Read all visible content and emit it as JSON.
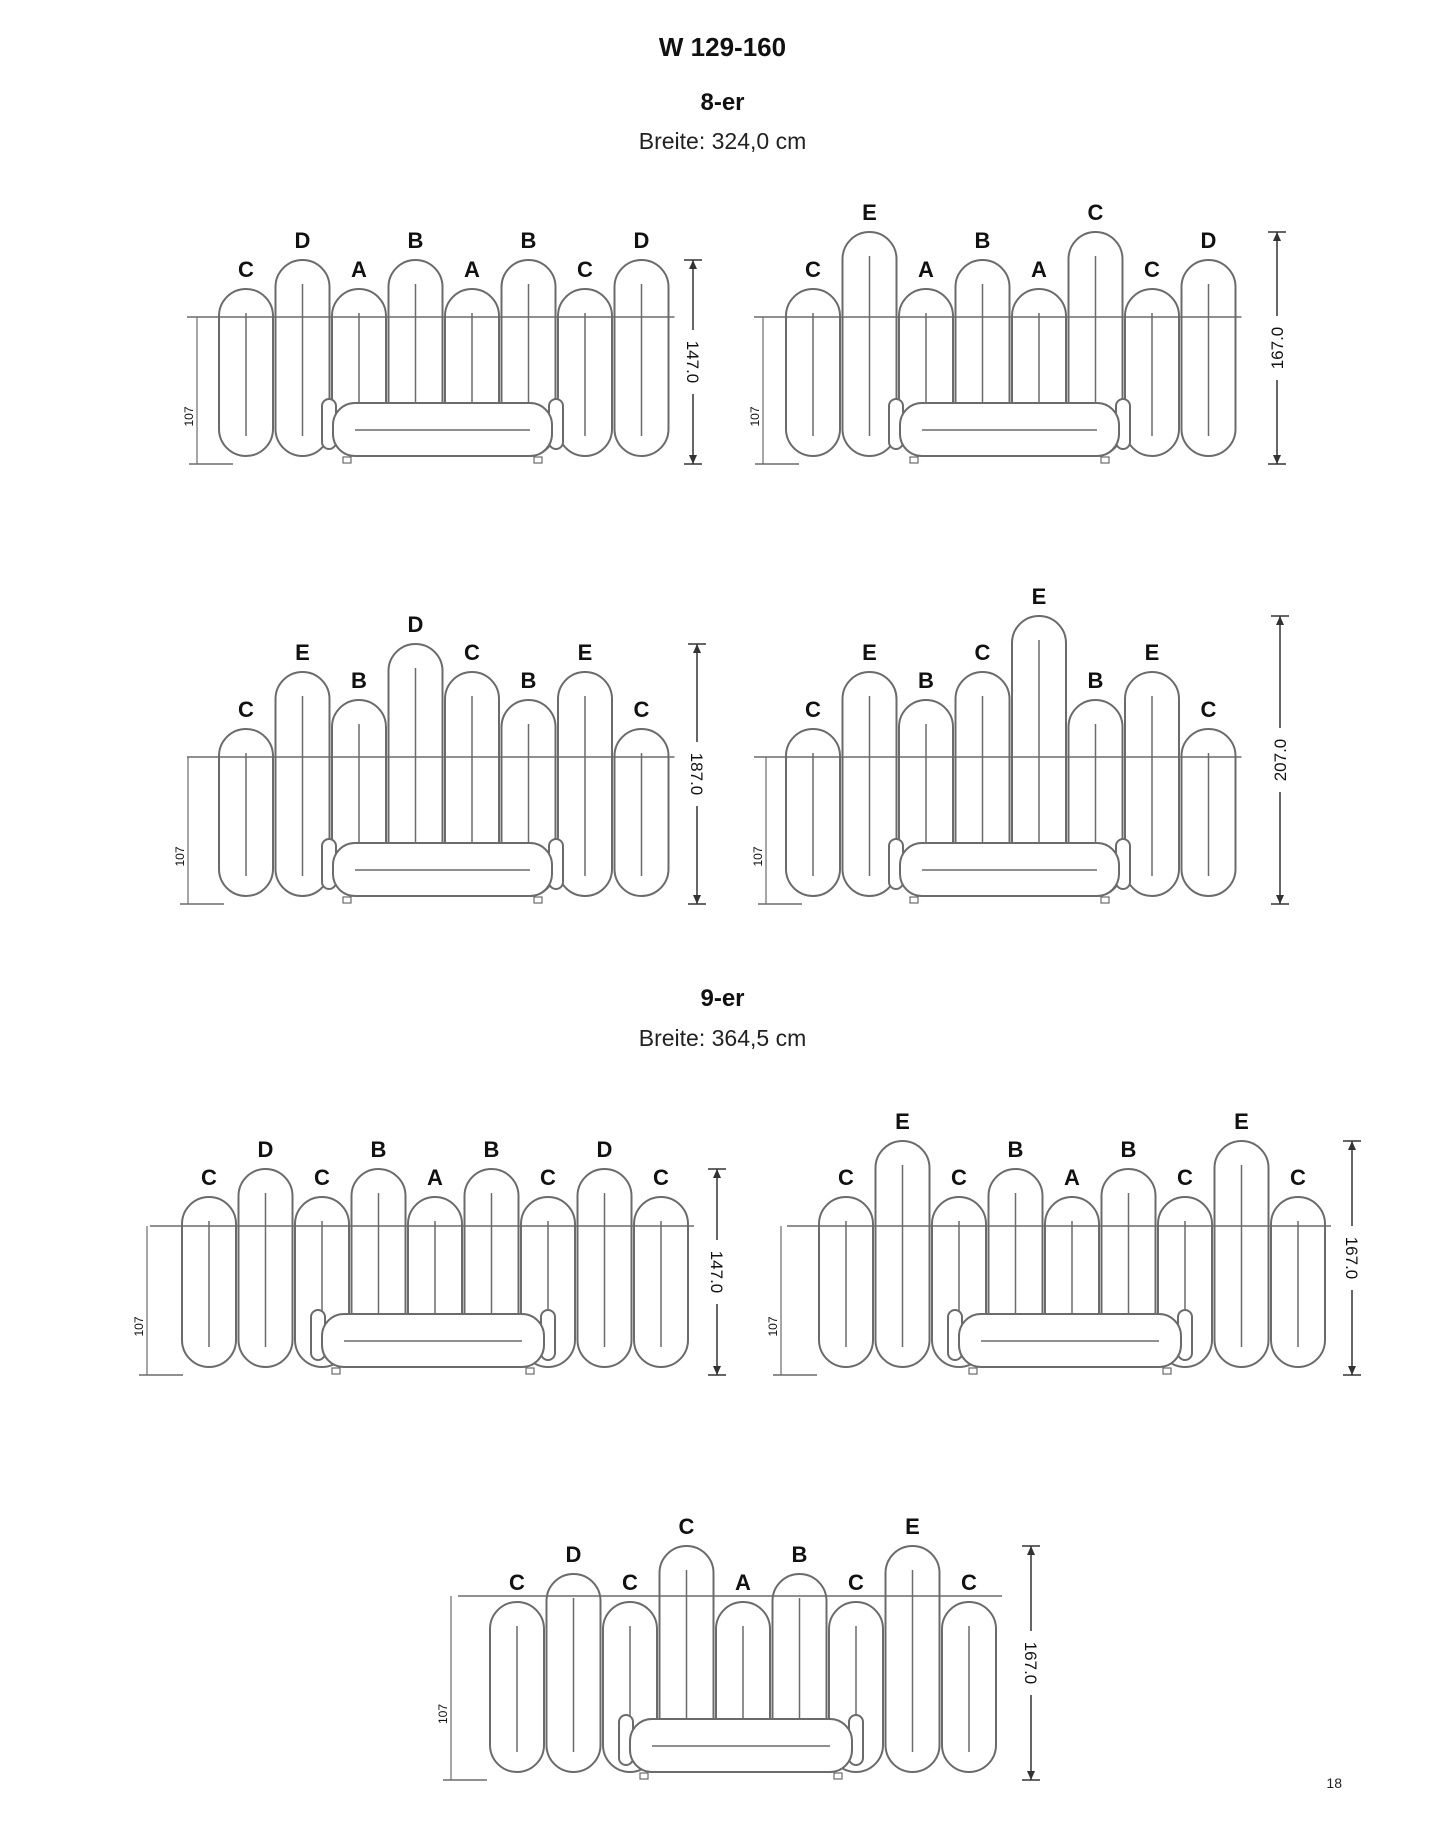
{
  "title": "W 129-160",
  "page_number": "18",
  "sections": [
    {
      "title": "8-er",
      "subtitle": "Breite: 324,0 cm",
      "configs": [
        {
          "labels": [
            "C",
            "D",
            "A",
            "B",
            "A",
            "B",
            "C",
            "D"
          ],
          "heights": [
            167,
            196,
            167,
            196,
            167,
            196,
            167,
            196
          ],
          "height_label": "147.0",
          "seat_label": "107"
        },
        {
          "labels": [
            "C",
            "E",
            "A",
            "B",
            "A",
            "C",
            "C",
            "D"
          ],
          "heights": [
            167,
            224,
            167,
            196,
            167,
            224,
            167,
            196
          ],
          "height_label": "167.0",
          "seat_label": "107"
        },
        {
          "labels": [
            "C",
            "E",
            "B",
            "D",
            "C",
            "B",
            "E",
            "C"
          ],
          "heights": [
            167,
            224,
            196,
            252,
            224,
            196,
            224,
            167
          ],
          "height_label": "187.0",
          "seat_label": "107"
        },
        {
          "labels": [
            "C",
            "E",
            "B",
            "C",
            "E",
            "B",
            "E",
            "C"
          ],
          "heights": [
            167,
            224,
            196,
            224,
            280,
            196,
            224,
            167
          ],
          "height_label": "207.0",
          "seat_label": "107"
        }
      ]
    },
    {
      "title": "9-er",
      "subtitle": "Breite: 364,5 cm",
      "configs": [
        {
          "labels": [
            "C",
            "D",
            "C",
            "B",
            "A",
            "B",
            "C",
            "D",
            "C"
          ],
          "heights": [
            170,
            198,
            170,
            198,
            170,
            198,
            170,
            198,
            170
          ],
          "height_label": "147.0",
          "seat_label": "107"
        },
        {
          "labels": [
            "C",
            "E",
            "C",
            "B",
            "A",
            "B",
            "C",
            "E",
            "C"
          ],
          "heights": [
            170,
            226,
            170,
            198,
            170,
            198,
            170,
            226,
            170
          ],
          "height_label": "167.0",
          "seat_label": "107"
        },
        {
          "labels": [
            "C",
            "D",
            "C",
            "C",
            "A",
            "B",
            "C",
            "E",
            "C"
          ],
          "heights": [
            170,
            198,
            170,
            226,
            170,
            198,
            170,
            226,
            170
          ],
          "height_label": "167.0",
          "seat_label": "107"
        }
      ]
    }
  ]
}
